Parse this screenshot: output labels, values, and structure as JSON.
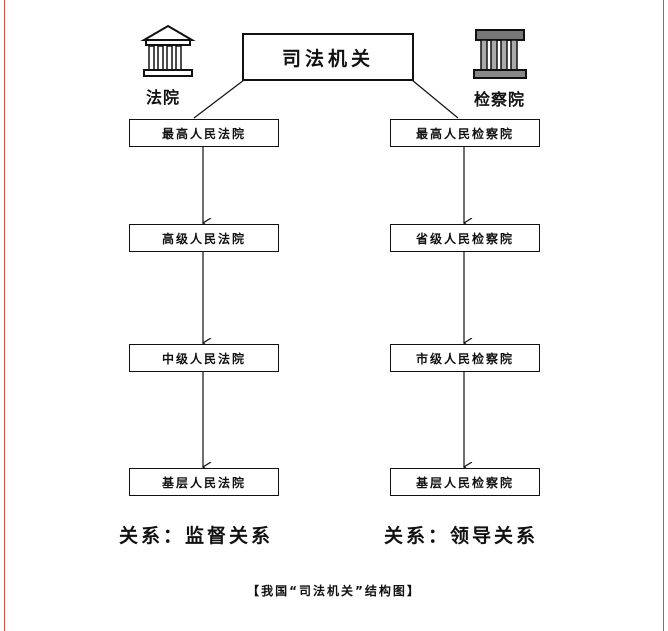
{
  "root": {
    "label": "司法机关"
  },
  "left": {
    "category": "法院",
    "icon": "courthouse-icon",
    "nodes": [
      "最高人民法院",
      "高级人民法院",
      "中级人民法院",
      "基层人民法院"
    ],
    "relation": "关系：监督关系"
  },
  "right": {
    "category": "检察院",
    "icon": "procuratorate-building-icon",
    "nodes": [
      "最高人民检察院",
      "省级人民检察院",
      "市级人民检察院",
      "基层人民检察院"
    ],
    "relation": "关系：领导关系"
  },
  "caption": "【我国“司法机关”结构图】",
  "colors": {
    "frame": "#d94a4a",
    "line": "#111111"
  }
}
